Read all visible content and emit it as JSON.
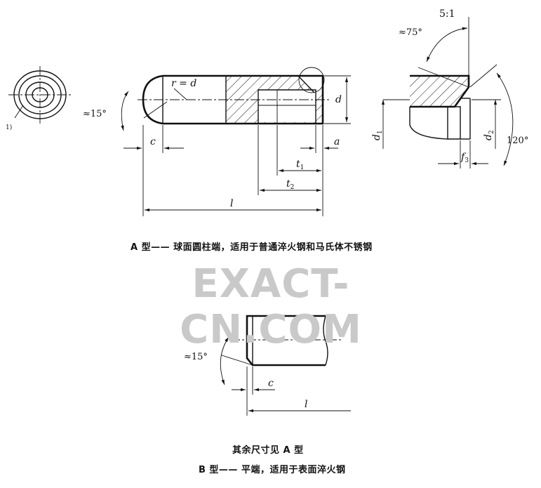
{
  "type_a": {
    "caption": "A 型—— 球面圆柱端，适用于普通淬火钢和马氏体不锈钢",
    "labels": {
      "r_eq_d": "r = d",
      "d": "d",
      "c": "c",
      "a": "a",
      "t1": "t",
      "t1_sub": "1",
      "t2": "t",
      "t2_sub": "2",
      "l": "l",
      "angle_15": "≈15°",
      "footnote": "1)"
    }
  },
  "detail": {
    "scale": "5:1",
    "labels": {
      "angle_75": "≈75°",
      "angle_120": "120°",
      "d1": "d",
      "d1_sub": "1",
      "d2": "d",
      "d2_sub": "2",
      "f3": "f",
      "f3_sub": "3"
    }
  },
  "type_b": {
    "note": "其余尺寸见 A 型",
    "caption": "B 型—— 平端，适用于表面淬火钢",
    "labels": {
      "angle_15": "≈15°",
      "c": "c",
      "l": "l"
    }
  },
  "watermark": "EXACT-CN.COM"
}
